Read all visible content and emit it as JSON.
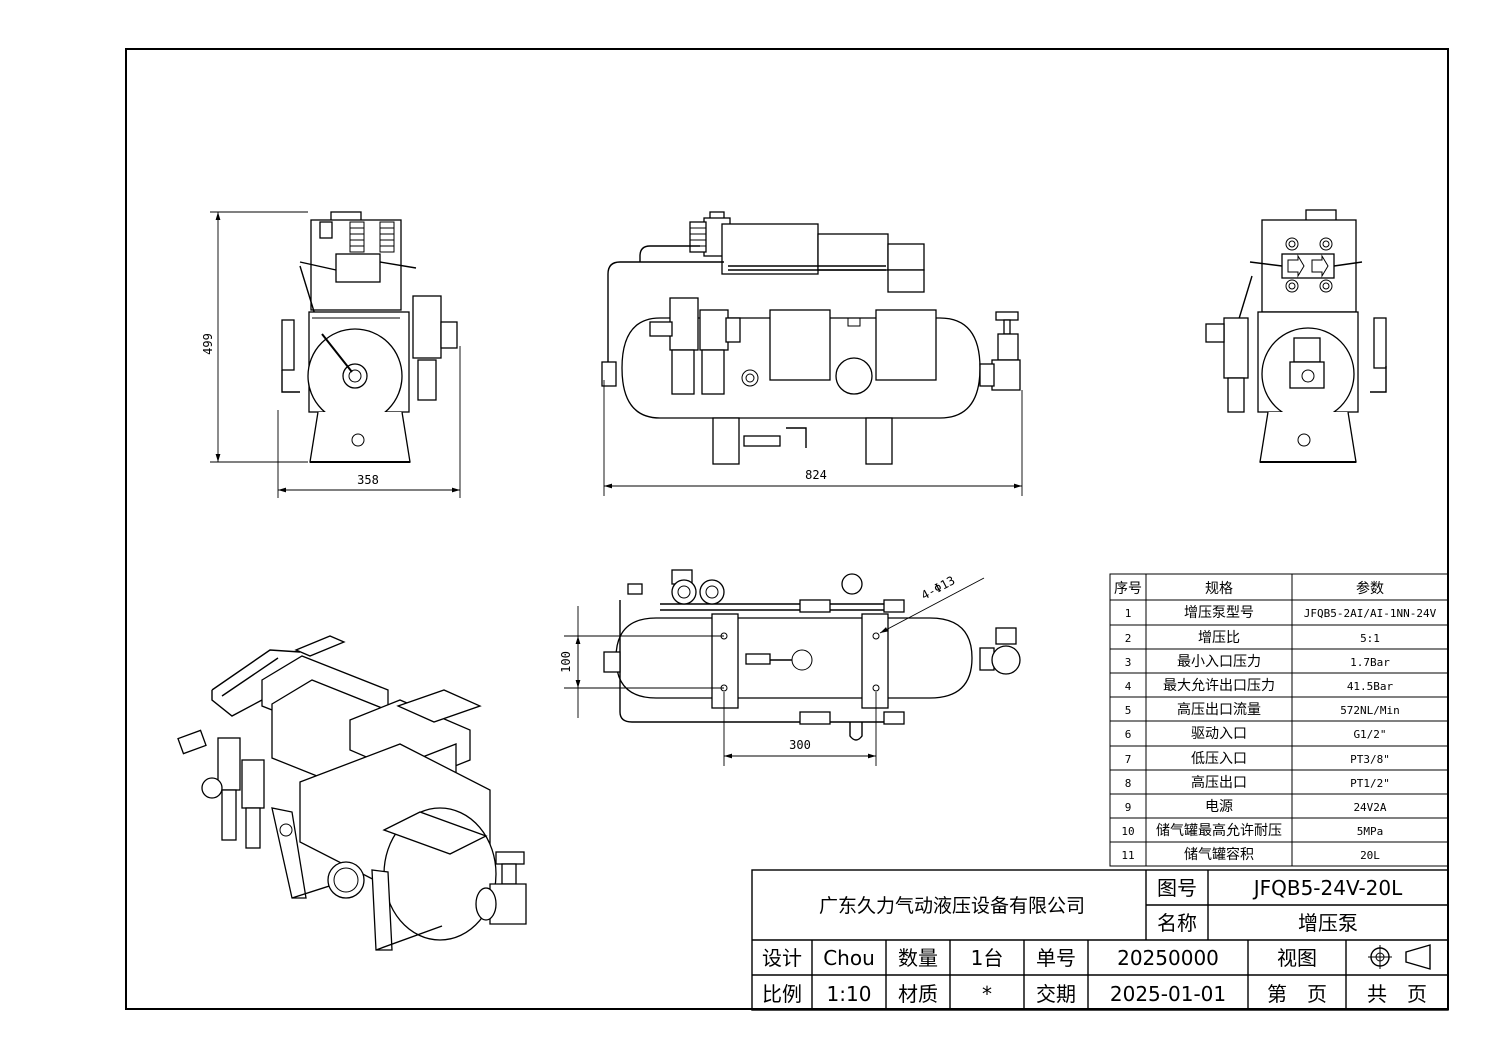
{
  "dimensions": {
    "height_side": "499",
    "width_side": "358",
    "length_front": "824",
    "width_top": "100",
    "spacing_top": "300",
    "holes": "4-Φ13"
  },
  "spec_table": {
    "headers": {
      "no": "序号",
      "item": "规格",
      "value": "参数"
    },
    "rows": [
      {
        "no": "1",
        "item": "增压泵型号",
        "value": "JFQB5-2AI/AI-1NN-24V"
      },
      {
        "no": "2",
        "item": "增压比",
        "value": "5:1"
      },
      {
        "no": "3",
        "item": "最小入口压力",
        "value": "1.7Bar"
      },
      {
        "no": "4",
        "item": "最大允许出口压力",
        "value": "41.5Bar"
      },
      {
        "no": "5",
        "item": "高压出口流量",
        "value": "572NL/Min"
      },
      {
        "no": "6",
        "item": "驱动入口",
        "value": "G1/2\""
      },
      {
        "no": "7",
        "item": "低压入口",
        "value": "PT3/8\""
      },
      {
        "no": "8",
        "item": "高压出口",
        "value": "PT1/2\""
      },
      {
        "no": "9",
        "item": "电源",
        "value": "24V2A"
      },
      {
        "no": "10",
        "item": "储气罐最高允许耐压",
        "value": "5MPa"
      },
      {
        "no": "11",
        "item": "储气罐容积",
        "value": "20L"
      }
    ]
  },
  "title_block": {
    "company": "广东久力气动液压设备有限公司",
    "drawing_no_label": "图号",
    "drawing_no": "JFQB5-24V-20L",
    "name_label": "名称",
    "name": "增压泵",
    "design_label": "设计",
    "designer": "Chou",
    "qty_label": "数量",
    "qty": "1台",
    "order_label": "单号",
    "order_no": "20250000",
    "view_label": "视图",
    "scale_label": "比例",
    "scale": "1:10",
    "material_label": "材质",
    "material": "*",
    "delivery_label": "交期",
    "delivery": "2025-01-01",
    "page_label": "第　页",
    "total_label": "共　页"
  }
}
